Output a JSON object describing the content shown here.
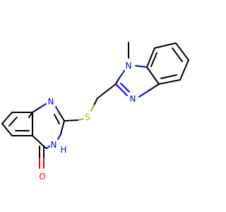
{
  "molecule": {
    "atoms": {
      "n_methyl": {
        "text": "N"
      },
      "methyl": {
        "text": "methyl"
      },
      "n_imidazole": {
        "text": "N"
      },
      "sulfur": {
        "text": "S"
      },
      "n_quin_top": {
        "text": "N"
      },
      "nh_quin": {
        "text": "N"
      },
      "h_on_n": {
        "text": "H"
      },
      "oxygen": {
        "text": "O"
      }
    },
    "colors": {
      "carbon": "#000000",
      "nitrogen": "#0000ff",
      "sulfur": "#b2b200",
      "oxygen": "#ff0000"
    }
  }
}
